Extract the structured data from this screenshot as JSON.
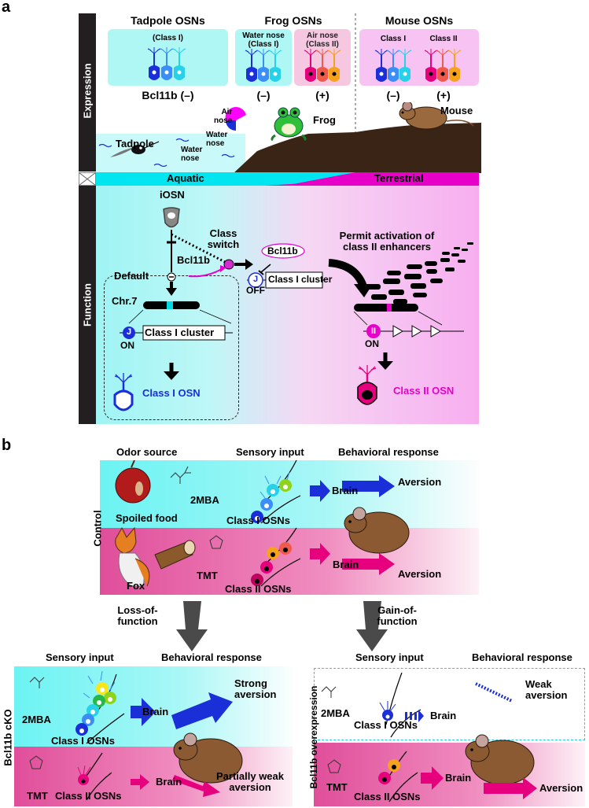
{
  "panel_a": {
    "label": "a",
    "side_expression": "Expression",
    "side_function": "Function",
    "tadpole_osns": "Tadpole OSNs",
    "tadpole_class": "(Class I)",
    "tadpole_bcl": "Bcl11b (–)",
    "frog_osns": "Frog OSNs",
    "frog_water": "Water nose\n(Class I)",
    "frog_air": "Air nose\n(Class II)",
    "frog_minus": "(–)",
    "frog_plus": "(+)",
    "mouse_osns": "Mouse OSNs",
    "mouse_class1": "Class I",
    "mouse_class2": "Class II",
    "mouse_minus": "(–)",
    "mouse_plus": "(+)",
    "air_nose": "Air\nnose",
    "water_nose_frog": "Water\nnose",
    "frog_label": "Frog",
    "mouse_label": "Mouse",
    "tadpole_label": "Tadpole",
    "water_nose_tadpole": "Water\nnose",
    "aquatic": "Aquatic",
    "terrestrial": "Terrestrial",
    "iosn": "iOSN",
    "class_switch": "Class\nswitch",
    "bcl11b_left": "Bcl11b",
    "bcl11b_center": "Bcl11b",
    "permit": "Permit activation of\nclass II enhancers",
    "default": "Default",
    "chr7": "Chr.7",
    "j_letter": "J",
    "class1_cluster": "Class I cluster",
    "on_left": "ON",
    "off_label": "OFF",
    "ii_letter": "II",
    "on_right": "ON",
    "class1_osn": "Class I OSN",
    "class2_osn": "Class II OSN"
  },
  "panel_b": {
    "label": "b",
    "odor_source": "Odor source",
    "sensory_input": "Sensory input",
    "behavioral_response": "Behavioral response",
    "control": "Control",
    "tmba": "2MBA",
    "spoiled_food": "Spoiled food",
    "class1_osns": "Class I OSNs",
    "brain": "Brain",
    "aversion": "Aversion",
    "fox": "Fox",
    "tmt": "TMT",
    "class2_osns": "Class II OSNs",
    "loss": "Loss-of-\nfunction",
    "gain": "Gain-of-\nfunction",
    "cko": "Bcl11b cKO",
    "overexp": "Bcl11b overexpression",
    "strong_aversion": "Strong\naversion",
    "partial": "Partially weak\naversion",
    "weak_aversion": "Weak\naversion"
  },
  "colors": {
    "cyan": "#7ff2f2",
    "magenta": "#f299f2",
    "pink_band": "#e2569e",
    "blue": "#0a24d9",
    "hot_pink": "#e6007e",
    "aquatic_bar": "#00e5ef",
    "terrestrial_bar": "#e600c8",
    "ground": "#3a2416"
  }
}
